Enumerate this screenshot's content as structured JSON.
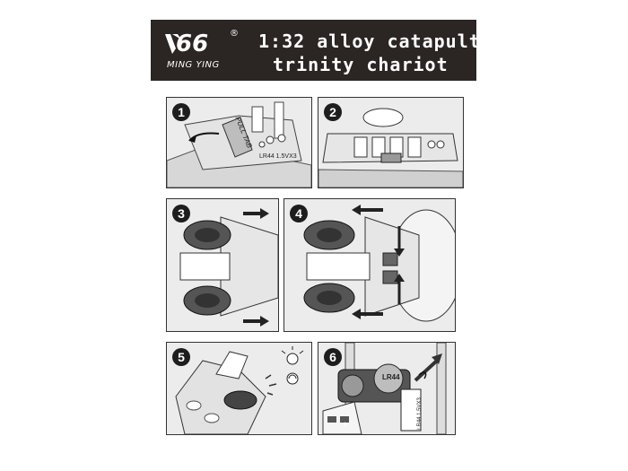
{
  "header": {
    "brand": "66",
    "registered": "®",
    "brand_sub": "MING YING",
    "title_line1": "1:32 alloy catapult",
    "title_line2": "trinity chariot"
  },
  "steps": [
    {
      "number": "1",
      "tab_label": "PULL TAB",
      "battery_label": "LR44 1.5VX3"
    },
    {
      "number": "2"
    },
    {
      "number": "3"
    },
    {
      "number": "4"
    },
    {
      "number": "5"
    },
    {
      "number": "6",
      "coin_label": "LR44",
      "battery_label": "LR44 1.5VX3",
      "plus": "+",
      "minus": "-"
    }
  ],
  "colors": {
    "header_bg": "#2b2523",
    "ink": "#222222",
    "panel_bg": "#f3f3f3",
    "shade": "#8a8a8a"
  }
}
